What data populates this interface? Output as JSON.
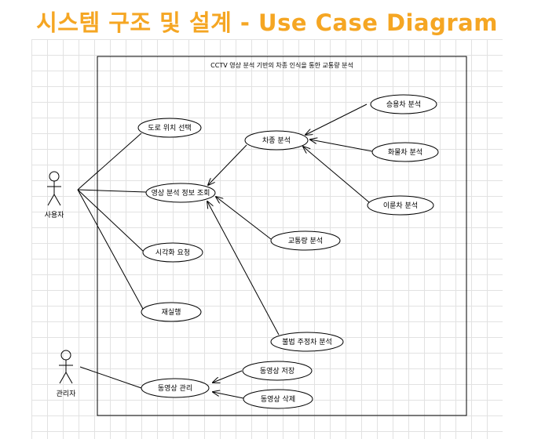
{
  "page": {
    "title": "시스템 구조 및 설계 - Use Case Diagram"
  },
  "diagram": {
    "system_name": "CCTV 영상 분석 기반의 차종 인식을 통한 교통량 분석",
    "actors": {
      "user": "사용자",
      "admin": "관리자"
    },
    "use_cases": {
      "road_location": "도로 위치 선택",
      "query_analysis": "영상 분석 정보 조회",
      "visualization": "시각화 요청",
      "rerun": "재실행",
      "vehicle_type": "차종 분석",
      "passenger_car": "승용차 분석",
      "truck": "화물차 분석",
      "two_wheeler": "이륜차 분석",
      "traffic_volume": "교통량 분석",
      "illegal_parking": "불법 주정차 분석",
      "video_manage": "동영상 관리",
      "video_save": "동영상 저장",
      "video_delete": "동영상 삭제"
    },
    "colors": {
      "title": "#f5a623",
      "stroke": "#000000",
      "grid": "#e2e2e2"
    }
  }
}
